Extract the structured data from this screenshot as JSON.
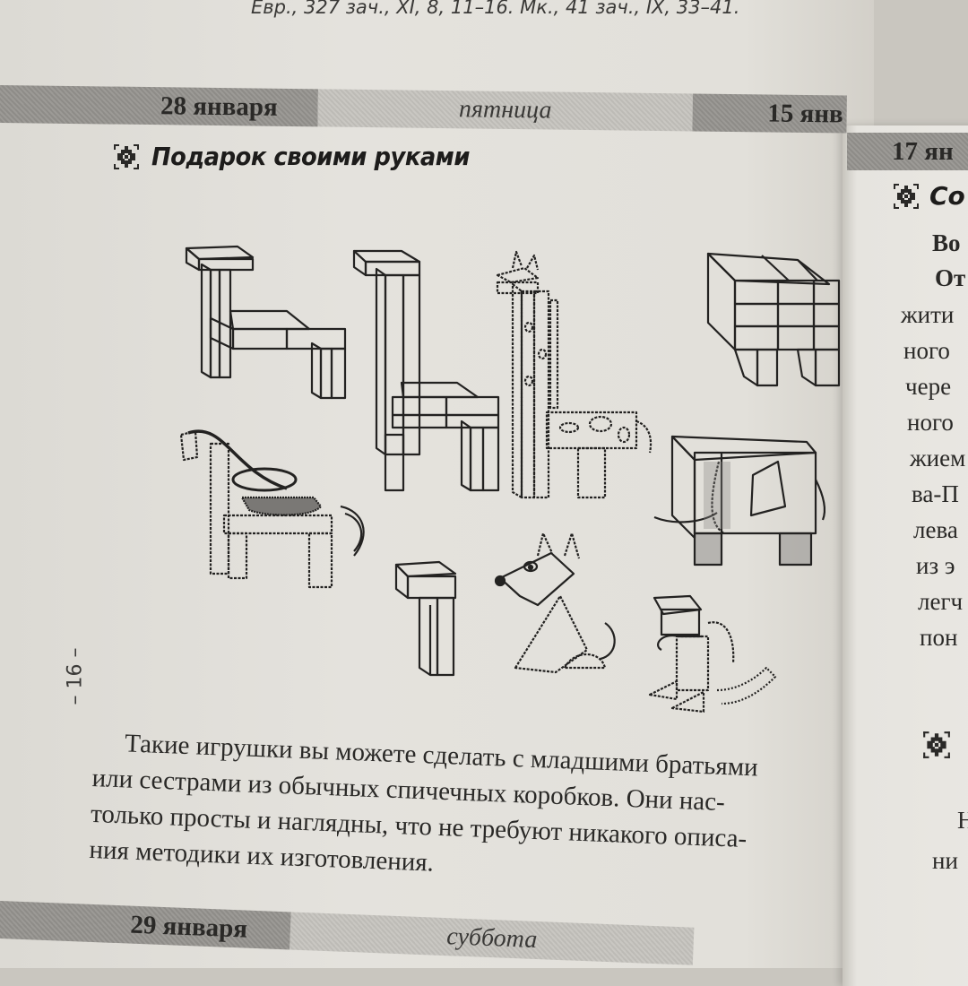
{
  "reference_line": "Евр., 327 зач., XI, 8, 11–16. Мк., 41 зач., IX, 33–41.",
  "left_page": {
    "header_band": {
      "date": "28 января",
      "weekday": "пятница",
      "right_date_fragment": "15 янв"
    },
    "section_title": "Подарок своими руками",
    "ornament_icon": "slavic-cross-ornament",
    "illustrations": [
      {
        "name": "horse-box-diagram",
        "caption": ""
      },
      {
        "name": "giraffe-box-diagram",
        "caption": ""
      },
      {
        "name": "giraffe-decorated",
        "caption": ""
      },
      {
        "name": "elephant-box-diagram",
        "caption": ""
      },
      {
        "name": "horse-decorated",
        "caption": ""
      },
      {
        "name": "elephant-decorated",
        "caption": ""
      },
      {
        "name": "dog-box-diagram",
        "caption": ""
      },
      {
        "name": "dog-decorated",
        "caption": ""
      },
      {
        "name": "squirrel-decorated",
        "caption": ""
      }
    ],
    "page_number": "– 16 –",
    "paragraph_lines": [
      "Такие игрушки вы можете сделать с младшими братьями",
      "или сестрами из обычных спичечных коробков. Они нас-",
      "только просты и наглядны, что не требуют никакого описа-",
      "ния методики их изготовления."
    ],
    "footer_band": {
      "date": "29 января",
      "weekday": "суббота"
    }
  },
  "right_page": {
    "header_band": {
      "date_fragment": "17 ян"
    },
    "section_title_fragment": "Со",
    "bold_lines": [
      "Во",
      "От"
    ],
    "text_fragments": [
      "жити",
      "ного",
      "чере",
      "ного",
      "жием",
      "ва-П",
      "лева",
      "из э",
      "легч",
      "пон"
    ],
    "lower_fragments": [
      "Н",
      "ни"
    ]
  }
}
